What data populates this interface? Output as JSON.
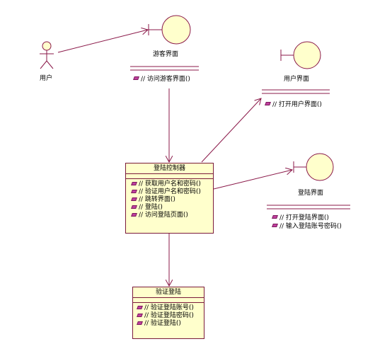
{
  "actor": {
    "label": "用户"
  },
  "boundaries": {
    "guest": {
      "name": "游客界面",
      "ops": [
        "// 访问游客界面()"
      ]
    },
    "user": {
      "name": "用户界面",
      "ops": [
        "// 打开用户界面()"
      ]
    },
    "login": {
      "name": "登陆界面",
      "ops": [
        "// 打开登陆界面()",
        "// 输入登陆账号密码()"
      ]
    }
  },
  "controller": {
    "name": "登陆控制器",
    "ops": [
      "// 获取用户名和密码()",
      "// 验证用户名和密码()",
      "// 跳转界面()",
      "// 登陆()",
      "// 访问登陆页面()"
    ]
  },
  "verify": {
    "name": "验证登陆",
    "ops": [
      "// 验证登陆账号()",
      "// 验证登陆密码()",
      "// 验证登陆()"
    ]
  },
  "colors": {
    "line": "#8b1a4a",
    "fill": "#ffffcc",
    "icon": "#c040a0"
  }
}
